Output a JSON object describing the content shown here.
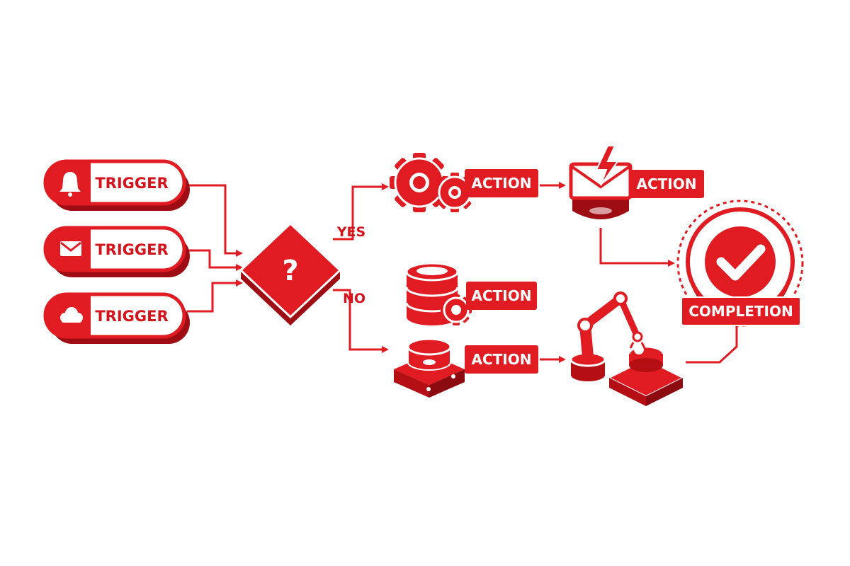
{
  "colors": {
    "primary": "#e01b22",
    "dark": "#b30f15",
    "light": "#ffffff"
  },
  "triggers": [
    {
      "label": "TRIGGER",
      "icon": "bell-icon"
    },
    {
      "label": "TRIGGER",
      "icon": "envelope-icon"
    },
    {
      "label": "TRIGGER",
      "icon": "cloud-icon"
    }
  ],
  "decision": {
    "symbol": "?",
    "yes_label": "YES",
    "no_label": "NO"
  },
  "actions": {
    "gears": {
      "label": "ACTION",
      "icon": "gears-icon"
    },
    "mail": {
      "label": "ACTION",
      "icon": "mail-lightning-icon"
    },
    "database": {
      "label": "ACTION",
      "icon": "database-gear-icon"
    },
    "device": {
      "label": "ACTION",
      "icon": "device-icon"
    },
    "robot": {
      "icon": "robot-arm-icon"
    }
  },
  "completion": {
    "label": "COMPLETION",
    "icon": "checkmark-icon"
  }
}
